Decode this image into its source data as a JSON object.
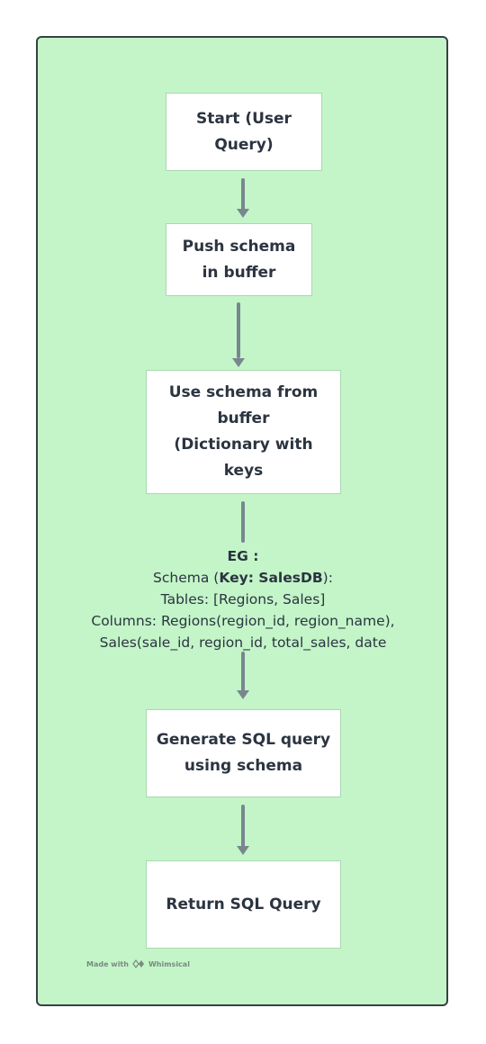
{
  "nodes": {
    "start": "Start (User\nQuery)",
    "push": "Push schema\nin buffer",
    "use": "Use schema from\nbuffer\n(Dictionary with\nkeys",
    "generate": "Generate SQL query\nusing schema",
    "return": "Return SQL Query"
  },
  "example": {
    "heading": "EG :",
    "schema_prefix": "Schema (",
    "schema_key": "Key: SalesDB",
    "schema_suffix": "):",
    "tables": "Tables: [Regions, Sales]",
    "columns_line1": "Columns: Regions(region_id, region_name),",
    "columns_line2": "Sales(sale_id, region_id, total_sales, date"
  },
  "watermark": {
    "made_with": "Made with",
    "brand": "Whimsical"
  },
  "colors": {
    "background": "#c3f5c8",
    "node_fill": "#ffffff",
    "connector": "#7a868f",
    "text": "#2b3440"
  }
}
